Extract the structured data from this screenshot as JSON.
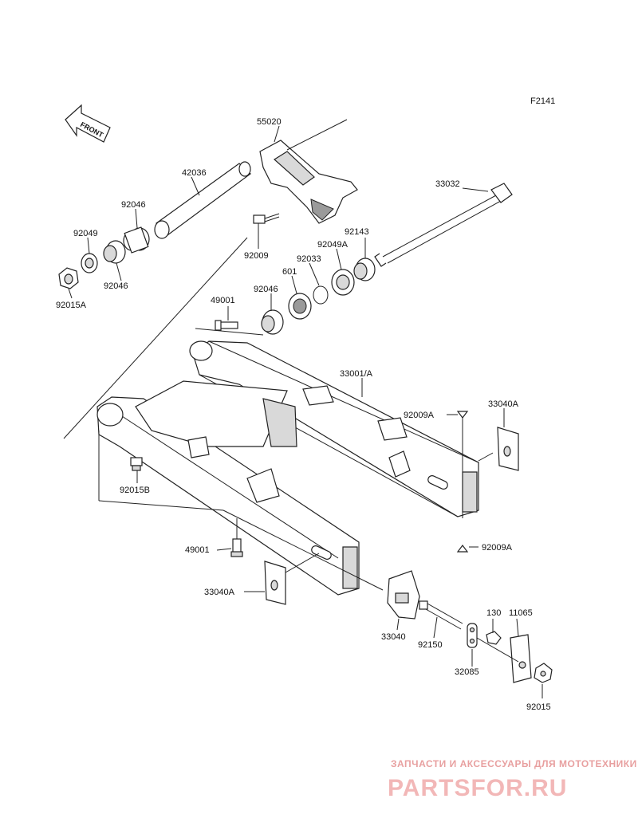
{
  "figure_code": "F2141",
  "front_label": "FRONT",
  "parts": [
    {
      "id": "p55020",
      "number": "55020"
    },
    {
      "id": "p42036",
      "number": "42036"
    },
    {
      "id": "p33032",
      "number": "33032"
    },
    {
      "id": "p92046a",
      "number": "92046"
    },
    {
      "id": "p92049",
      "number": "92049"
    },
    {
      "id": "p92046b",
      "number": "92046"
    },
    {
      "id": "p92015A",
      "number": "92015A"
    },
    {
      "id": "p92009",
      "number": "92009"
    },
    {
      "id": "p92143",
      "number": "92143"
    },
    {
      "id": "p92049A",
      "number": "92049A"
    },
    {
      "id": "p92033",
      "number": "92033"
    },
    {
      "id": "p601",
      "number": "601"
    },
    {
      "id": "p92046c",
      "number": "92046"
    },
    {
      "id": "p49001a",
      "number": "49001"
    },
    {
      "id": "p33001A",
      "number": "33001/A"
    },
    {
      "id": "p92009Aa",
      "number": "92009A"
    },
    {
      "id": "p33040Aa",
      "number": "33040A"
    },
    {
      "id": "p92015B",
      "number": "92015B"
    },
    {
      "id": "p92009Ab",
      "number": "92009A"
    },
    {
      "id": "p49001b",
      "number": "49001"
    },
    {
      "id": "p33040Ab",
      "number": "33040A"
    },
    {
      "id": "p33040",
      "number": "33040"
    },
    {
      "id": "p92150",
      "number": "92150"
    },
    {
      "id": "p130",
      "number": "130"
    },
    {
      "id": "p11065",
      "number": "11065"
    },
    {
      "id": "p32085",
      "number": "32085"
    },
    {
      "id": "p92015",
      "number": "92015"
    }
  ],
  "watermark": {
    "tagline": "ЗАПЧАСТИ И АКСЕССУАРЫ ДЛЯ МОТОТЕХНИКИ",
    "brand": "PARTSFOR.RU"
  }
}
